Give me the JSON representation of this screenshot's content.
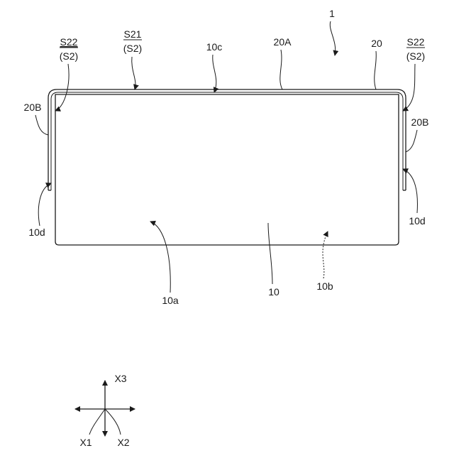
{
  "labels": {
    "figure_number": "1",
    "cover": "20",
    "cover_top": "20A",
    "cover_side_left": "20B",
    "cover_side_right": "20B",
    "top_face": "10c",
    "body": "10",
    "front_face": "10a",
    "back_face": "10b",
    "edge_left": "10d",
    "edge_right": "10d",
    "s22_left": "S22",
    "s2_left": "(S2)",
    "s21": "S21",
    "s2_mid": "(S2)",
    "s22_right": "S22",
    "s2_right": "(S2)"
  },
  "axes": {
    "x1": "X1",
    "x2": "X2",
    "x3": "X3"
  }
}
